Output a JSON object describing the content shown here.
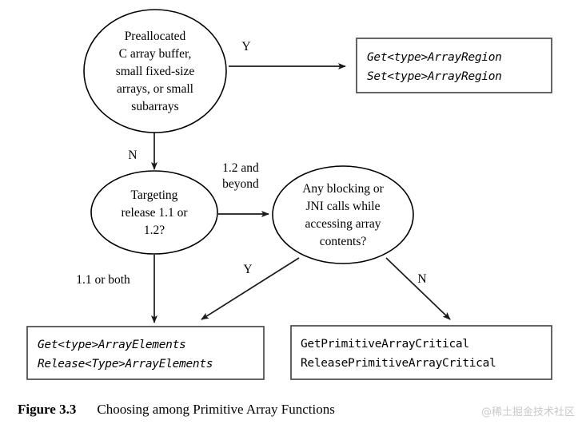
{
  "figure": {
    "caption_label": "Figure 3.3",
    "caption_title": "Choosing among Primitive Array Functions",
    "watermark": "@稀土掘金技术社区",
    "ink_color": "#000000",
    "box_border_color": "#4a4a4a",
    "background": "#ffffff"
  },
  "nodes": {
    "decision_preallocated": {
      "shape": "circle",
      "lines": [
        "Preallocated",
        "C array buffer,",
        "small fixed-size",
        "arrays, or small",
        "subarrays"
      ]
    },
    "decision_release": {
      "shape": "ellipse",
      "lines": [
        "Targeting",
        "release 1.1 or",
        "1.2?"
      ]
    },
    "decision_blocking": {
      "shape": "ellipse",
      "lines": [
        "Any blocking or",
        "JNI calls while",
        "accessing array",
        "contents?"
      ]
    },
    "result_array_region": {
      "shape": "box",
      "style": "italic-mono",
      "lines": [
        "Get<type>ArrayRegion",
        "Set<type>ArrayRegion"
      ]
    },
    "result_array_elements": {
      "shape": "box",
      "style": "italic-mono",
      "lines": [
        "Get<type>ArrayElements",
        "Release<Type>ArrayElements"
      ]
    },
    "result_primitive_critical": {
      "shape": "box",
      "style": "plain-mono",
      "lines": [
        "GetPrimitiveArrayCritical",
        "ReleasePrimitiveArrayCritical"
      ]
    }
  },
  "edges": {
    "preallocated_yes": {
      "label": "Y"
    },
    "preallocated_no": {
      "label": "N"
    },
    "release_beyond": {
      "label_line1": "1.2 and",
      "label_line2": "beyond"
    },
    "release_old": {
      "label": "1.1 or both"
    },
    "blocking_yes": {
      "label": "Y"
    },
    "blocking_no": {
      "label": "N"
    }
  }
}
